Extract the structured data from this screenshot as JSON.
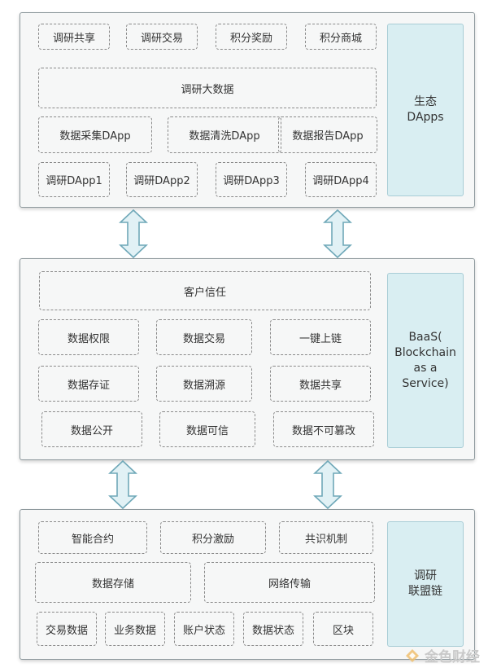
{
  "ecosystem": {
    "side_label": "生态\nDApps",
    "row1": [
      "调研共享",
      "调研交易",
      "积分奖励",
      "积分商城"
    ],
    "big_data": "调研大数据",
    "row3": [
      "数据采集DApp",
      "数据清洗DApp",
      "数据报告DApp"
    ],
    "row4": [
      "调研DApp1",
      "调研DApp2",
      "调研DApp3",
      "调研DApp4"
    ]
  },
  "baas": {
    "side_label": "BaaS(\nBlockchain\nas a\nService)",
    "trust": "客户信任",
    "row2": [
      "数据权限",
      "数据交易",
      "一键上链"
    ],
    "row3": [
      "数据存证",
      "数据溯源",
      "数据共享"
    ],
    "row4": [
      "数据公开",
      "数据可信",
      "数据不可篡改"
    ]
  },
  "chain": {
    "side_label": "调研\n联盟链",
    "row1": [
      "智能合约",
      "积分激励",
      "共识机制"
    ],
    "row2": [
      "数据存储",
      "网络传输"
    ],
    "row3": [
      "交易数据",
      "业务数据",
      "账户状态",
      "数据状态",
      "区块"
    ]
  },
  "watermark": {
    "text": "金色财经"
  }
}
